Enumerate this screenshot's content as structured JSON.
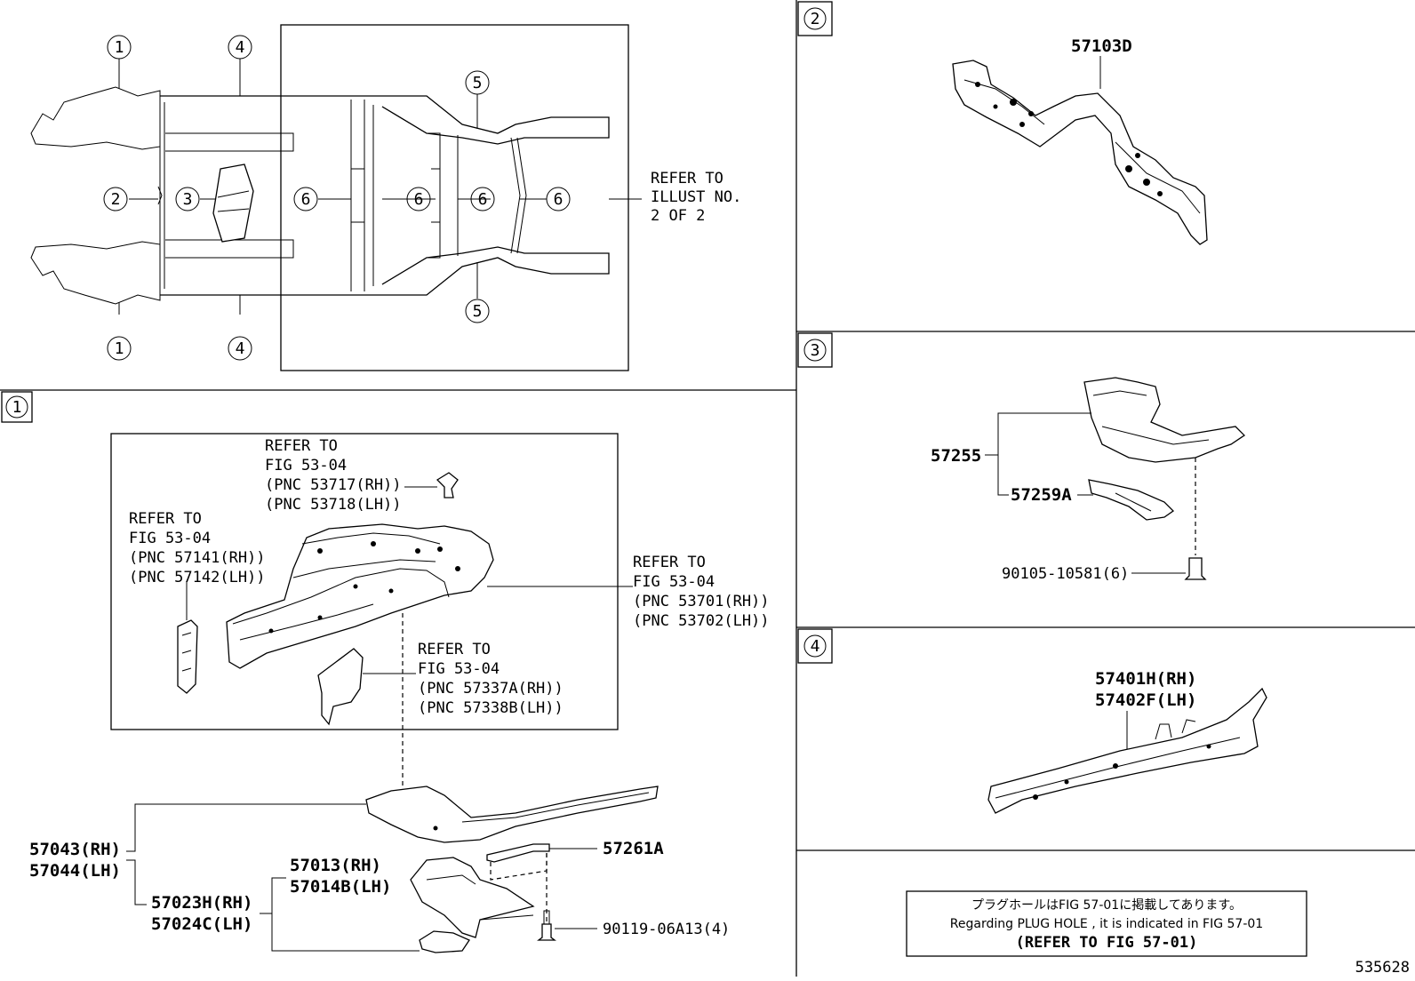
{
  "overview": {
    "callouts": {
      "c1": "1",
      "c2": "2",
      "c3": "3",
      "c4": "4",
      "c5": "5",
      "c6": "6"
    },
    "refer_lines": [
      "REFER TO",
      "ILLUST NO.",
      "2 OF 2"
    ]
  },
  "panel1": {
    "badge": "1",
    "ref_a": [
      "REFER TO",
      "FIG 53-04",
      "(PNC 53717(RH))",
      "(PNC 53718(LH))"
    ],
    "ref_b": [
      "REFER TO",
      "FIG 53-04",
      "(PNC 57141(RH))",
      "(PNC 57142(LH))"
    ],
    "ref_c": [
      "REFER TO",
      "FIG 53-04",
      "(PNC 53701(RH))",
      "(PNC 53702(LH))"
    ],
    "ref_d": [
      "REFER TO",
      "FIG 53-04",
      "(PNC 57337A(RH))",
      "(PNC 57338B(LH))"
    ],
    "parts": {
      "p57043": "57043(RH)",
      "p57044": "57044(LH)",
      "p57023": "57023H(RH)",
      "p57024": "57024C(LH)",
      "p57013": "57013(RH)",
      "p57014": "57014B(LH)",
      "p57261": "57261A",
      "p90119": "90119-06A13(4)"
    }
  },
  "panel2": {
    "badge": "2",
    "part": "57103D"
  },
  "panel3": {
    "badge": "3",
    "p57255": "57255",
    "p57259": "57259A",
    "p90105": "90105-10581(6)"
  },
  "panel4": {
    "badge": "4",
    "p57401": "57401H(RH)",
    "p57402": "57402F(LH)"
  },
  "note": {
    "jp": "プラグホールはFIG 57-01に掲載してあります。",
    "en": "Regarding  PLUG  HOLE , it is indicated in FIG  57-01",
    "ref": "(REFER TO FIG 57-01)"
  },
  "figure_id": "535628"
}
